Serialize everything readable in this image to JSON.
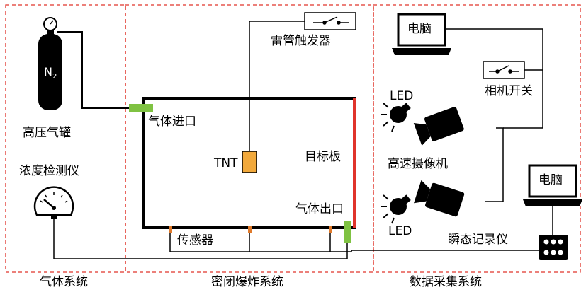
{
  "sections": {
    "gas_system": "气体系统",
    "closed_blast_system": "密闭爆炸系统",
    "data_acquisition_system": "数据采集系统"
  },
  "labels": {
    "nitrogen": "N",
    "nitrogen_sub": "2",
    "high_pressure_tank": "高压气罐",
    "concentration_meter": "浓度检测仪",
    "gas_inlet": "气体进口",
    "detonator_trigger": "雷管触发器",
    "tnt": "TNT",
    "target_plate": "目标板",
    "gas_outlet": "气体出口",
    "sensor": "传感器",
    "computer_top": "电脑",
    "computer_bottom": "电脑",
    "camera_switch": "相机开关",
    "led_top": "LED",
    "led_bottom": "LED",
    "high_speed_camera": "高速摄像机",
    "transient_recorder": "瞬态记录仪"
  },
  "colors": {
    "section_border": "#e0342b",
    "target_plate": "#e0342b",
    "gas_port": "#7fc242",
    "tnt": "#f2a93b",
    "sensor": "#e07a2b",
    "line": "#000000"
  }
}
